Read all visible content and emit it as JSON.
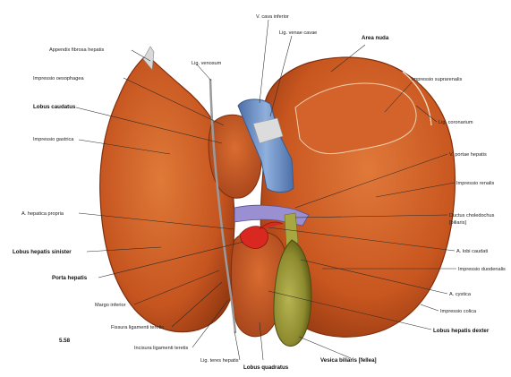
{
  "figure": {
    "number": "5.58",
    "colors": {
      "liver": "#c9581f",
      "liver_dark": "#8e3510",
      "liver_light": "#e17f3e",
      "vena_cava": "#6f93c9",
      "portal_vein": "#9a8fd0",
      "artery": "#d8281f",
      "gallbladder": "#8c8c2e",
      "bile_duct": "#a8a843",
      "background": "#ffffff"
    },
    "labels": {
      "appendix_fibrosa": "Appendix fibrosa hepatis",
      "impressio_oesophagea": "Impressio oesophagea",
      "lobus_caudatus": "Lobus caudatus",
      "impressio_gastrica": "Impressio gastrica",
      "a_hepatica_propria": "A. hepatica propria",
      "lobus_hepatis_sinister": "Lobus hepatis sinister",
      "porta_hepatis": "Porta hepatis",
      "margo_inferior": "Margo inferior",
      "fissura_lig_teretis": "Fissura ligamenti teretis",
      "incisura_lig_teretis": "Incisura ligamenti teretis",
      "lig_teres_hepatis": "Lig. teres hepatis",
      "lobus_quadratus": "Lobus quadratus",
      "vesica_biliaris": "Vesica biliaris [fellea]",
      "lig_venosum": "Lig. venosum",
      "v_cava_inferior": "V. cava inferior",
      "lig_venae_cavae": "Lig. venae cavae",
      "area_nuda": "Area nuda",
      "impressio_suprarenalis": "Impressio suprarenalis",
      "lig_coronarium": "Lig. coronarium",
      "v_portae_hepatis": "V. portae hepatis",
      "impressio_renalis": "Impressio renalis",
      "ductus_choledochus": "Ductus choledochus",
      "ductus_choledochus_2": "[biliaris]",
      "a_cystica_caudati": "A. lobi caudati",
      "impressio_duodenalis": "Impressio duodenalis",
      "a_cystica": "A. cystica",
      "impressio_colica": "Impressio colica",
      "lobus_hepatis_dexter": "Lobus hepatis dexter"
    }
  }
}
